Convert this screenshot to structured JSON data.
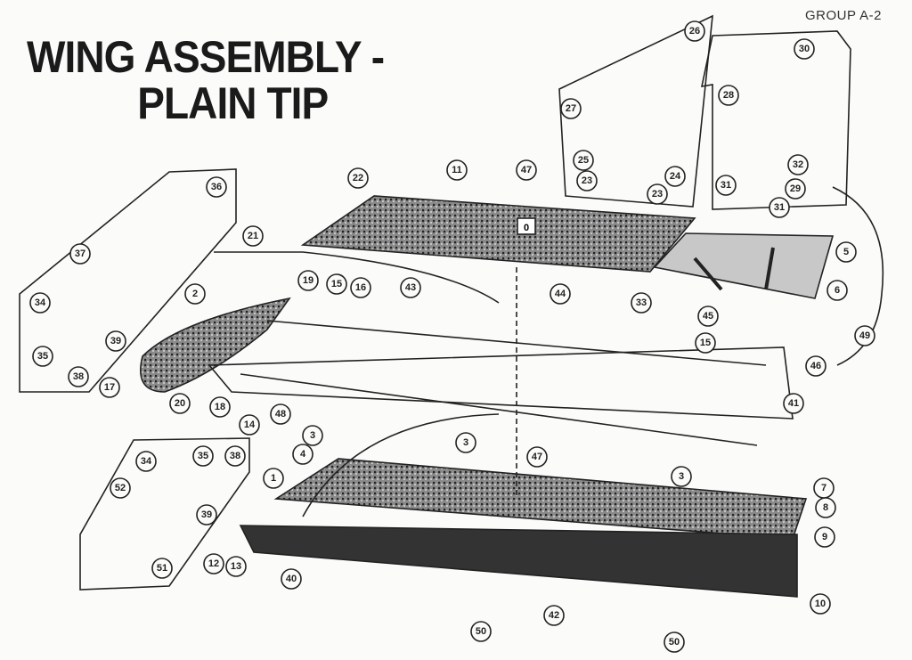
{
  "header": {
    "title_line1": "WING ASSEMBLY -",
    "title_line2": "PLAIN TIP",
    "group": "GROUP A-2"
  },
  "skin_panel_marking": "0",
  "callouts": [
    "26",
    "30",
    "28",
    "27",
    "25",
    "23",
    "23",
    "24",
    "32",
    "29",
    "31",
    "31",
    "22",
    "11",
    "47",
    "21",
    "5",
    "6",
    "33",
    "36",
    "37",
    "34",
    "35",
    "39",
    "38",
    "2",
    "19",
    "15",
    "16",
    "43",
    "44",
    "45",
    "15",
    "49",
    "46",
    "41",
    "17",
    "20",
    "18",
    "14",
    "48",
    "3",
    "3",
    "47",
    "3",
    "4",
    "1",
    "7",
    "8",
    "9",
    "10",
    "34",
    "35",
    "38",
    "52",
    "39",
    "51",
    "12",
    "13",
    "40",
    "42",
    "50",
    "50"
  ],
  "colors": {
    "ink": "#1e1e1e",
    "paper": "#fbfbf9",
    "skin": "#5a5a5a"
  }
}
